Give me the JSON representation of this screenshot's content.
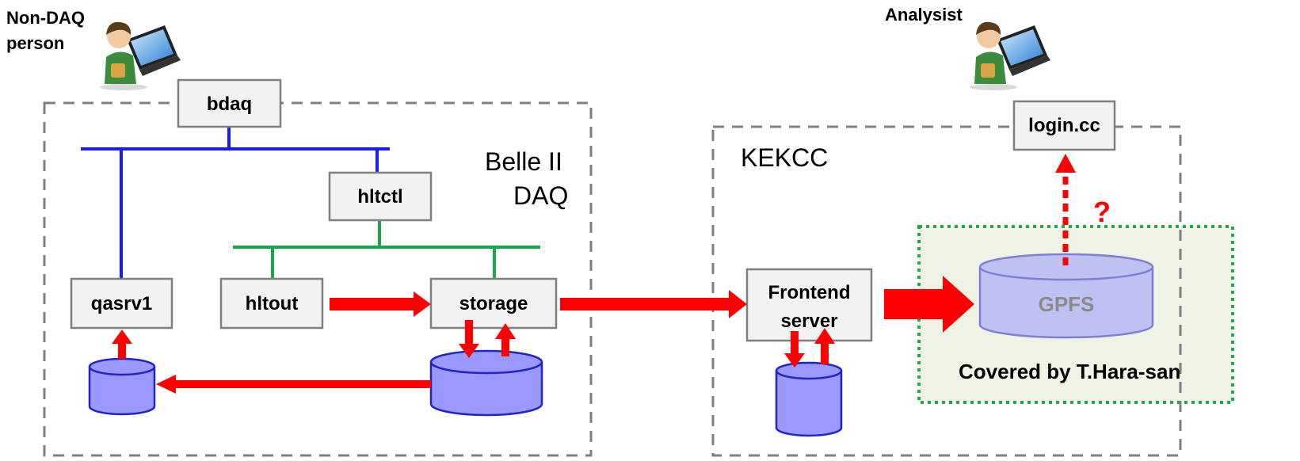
{
  "people": {
    "left_label_line1": "Non-DAQ",
    "left_label_line2": "person",
    "right_label": "Analysist"
  },
  "regions": {
    "daq_line1": "Belle II",
    "daq_line2": "DAQ",
    "kekcc": "KEKCC"
  },
  "nodes": {
    "bdaq": "bdaq",
    "hltctl": "hltctl",
    "qasrv1": "qasrv1",
    "hltout": "hltout",
    "storage": "storage",
    "frontend_line1": "Frontend",
    "frontend_line2": "server",
    "login": "login.cc",
    "gpfs": "GPFS"
  },
  "annotations": {
    "question": "?",
    "covered": "Covered by T.Hara-san"
  },
  "colors": {
    "network_blue": "#1a1aff",
    "network_green": "#1aa64a",
    "arrow_red": "#ff0000",
    "disk_fill": "#9999ff",
    "covered_fill": "#eef3e6",
    "covered_border": "#22aa44"
  },
  "icons": [
    "person-with-laptop-icon",
    "person-with-laptop-icon"
  ]
}
